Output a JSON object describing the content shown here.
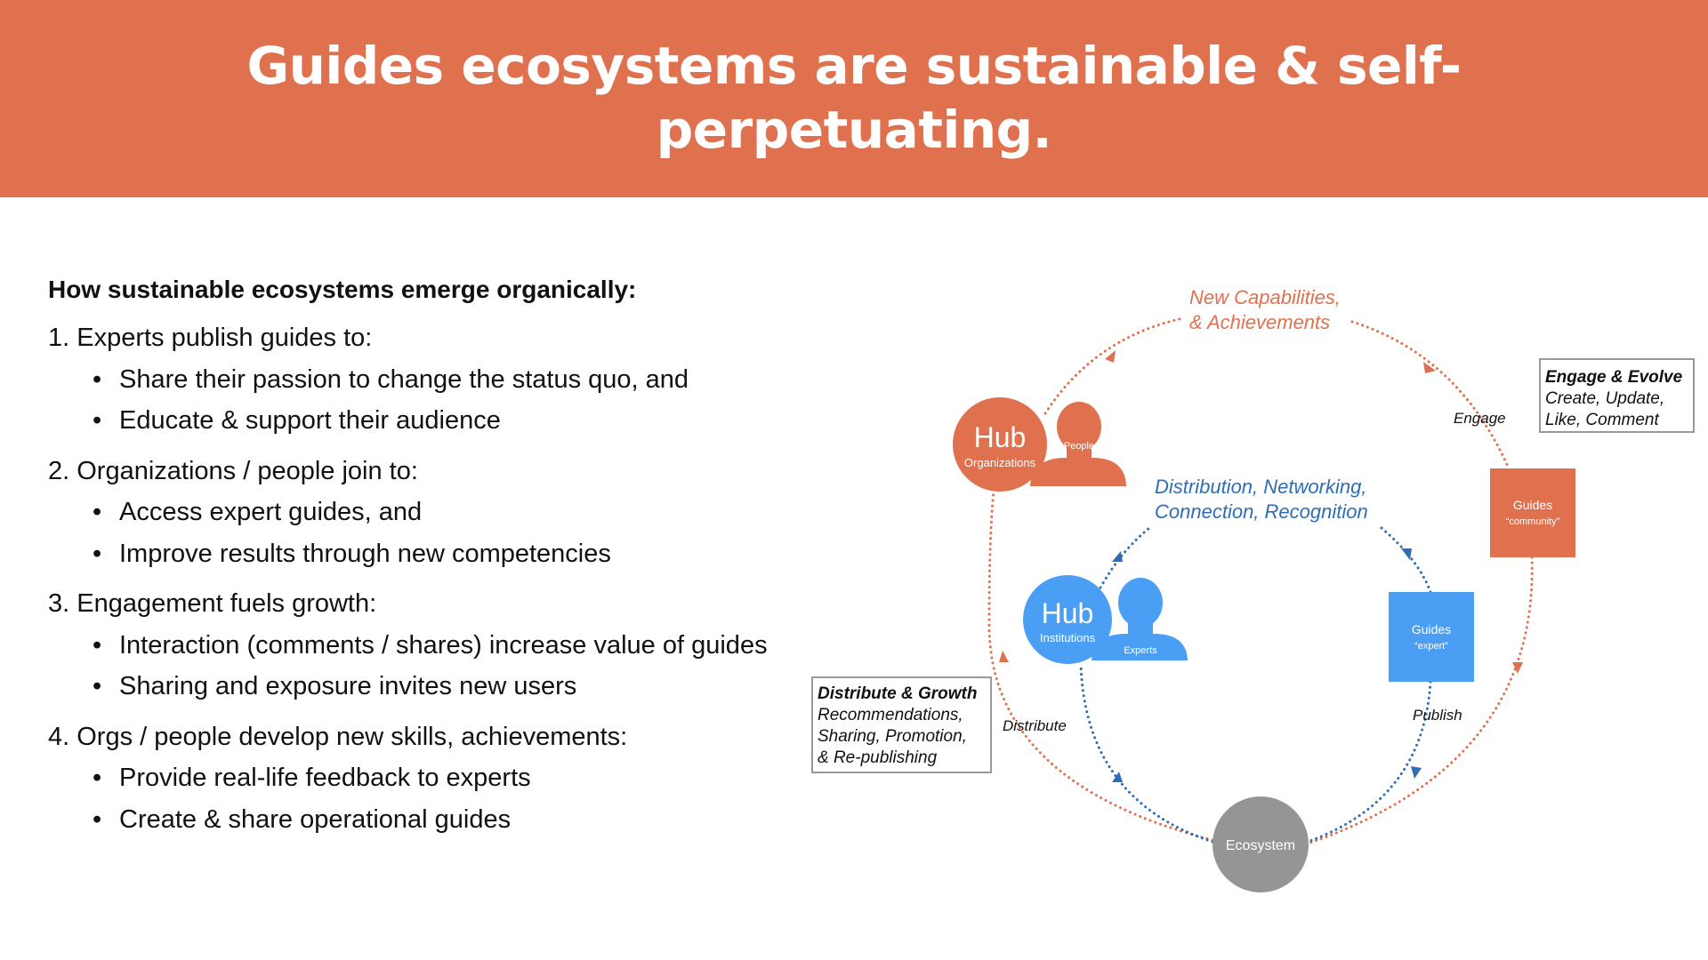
{
  "header": {
    "title_line1": "Guides ecosystems are sustainable & self-",
    "title_line2": "perpetuating."
  },
  "content": {
    "heading": "How sustainable ecosystems emerge organically:",
    "items": [
      {
        "label": "1. Experts publish guides to:",
        "bullets": [
          "Share their passion to change the status quo, and",
          "Educate & support their audience"
        ]
      },
      {
        "label": "2. Organizations / people join to:",
        "bullets": [
          "Access expert guides, and",
          "Improve results through new competencies"
        ]
      },
      {
        "label": "3. Engagement fuels growth:",
        "bullets": [
          "Interaction (comments / shares) increase value of guides",
          "Sharing and exposure invites new users"
        ]
      },
      {
        "label": "4. Orgs / people develop new skills, achievements:",
        "bullets": [
          "Provide real-life feedback to experts",
          "Create & share operational guides"
        ]
      }
    ]
  },
  "diagram": {
    "colors": {
      "orange": "#E0714E",
      "blue": "#4A9FF5",
      "dark_blue": "#2F6DB5",
      "gray": "#959595"
    },
    "hub_org": {
      "title": "Hub",
      "subtitle": "Organizations",
      "person": "People"
    },
    "hub_inst": {
      "title": "Hub",
      "subtitle": "Institutions",
      "person": "Experts"
    },
    "ecosystem": "Ecosystem",
    "guides_community": {
      "title": "Guides",
      "subtitle": "“community”"
    },
    "guides_expert": {
      "title": "Guides",
      "subtitle": "“expert”"
    },
    "outer_label": [
      "New Capabilities,",
      "& Achievements"
    ],
    "inner_label": [
      "Distribution, Networking,",
      "Connection, Recognition"
    ],
    "engage": "Engage",
    "distribute": "Distribute",
    "publish": "Publish",
    "engage_box": {
      "title": "Engage & Evolve",
      "lines": [
        "Create, Update,",
        "Like, Comment"
      ]
    },
    "distribute_box": {
      "title": "Distribute & Growth",
      "lines": [
        "Recommendations,",
        "Sharing, Promotion,",
        "& Re-publishing"
      ]
    }
  }
}
